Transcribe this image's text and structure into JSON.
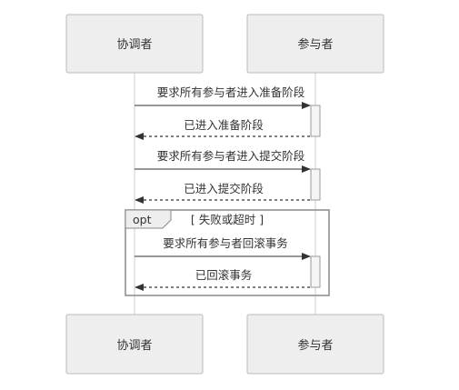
{
  "participants": [
    {
      "id": "coordinator",
      "label": "协调者"
    },
    {
      "id": "participant",
      "label": "参与者"
    }
  ],
  "messages": [
    {
      "from": "coordinator",
      "to": "participant",
      "label": "要求所有参与者进入准备阶段",
      "kind": "request"
    },
    {
      "from": "participant",
      "to": "coordinator",
      "label": "已进入准备阶段",
      "kind": "return"
    },
    {
      "from": "coordinator",
      "to": "participant",
      "label": "要求所有参与者进入提交阶段",
      "kind": "request"
    },
    {
      "from": "participant",
      "to": "coordinator",
      "label": "已进入提交阶段",
      "kind": "return"
    },
    {
      "from": "coordinator",
      "to": "participant",
      "label": "要求所有参与者回滚事务",
      "kind": "request"
    },
    {
      "from": "participant",
      "to": "coordinator",
      "label": "已回滚事务",
      "kind": "return"
    }
  ],
  "fragment": {
    "operator": "opt",
    "condition": "[ 失败或超时 ]"
  },
  "colors": {
    "actor_fill": "#eeeeee",
    "actor_stroke": "#bbbbbb",
    "lifeline": "#cccccc",
    "line": "#333333"
  }
}
